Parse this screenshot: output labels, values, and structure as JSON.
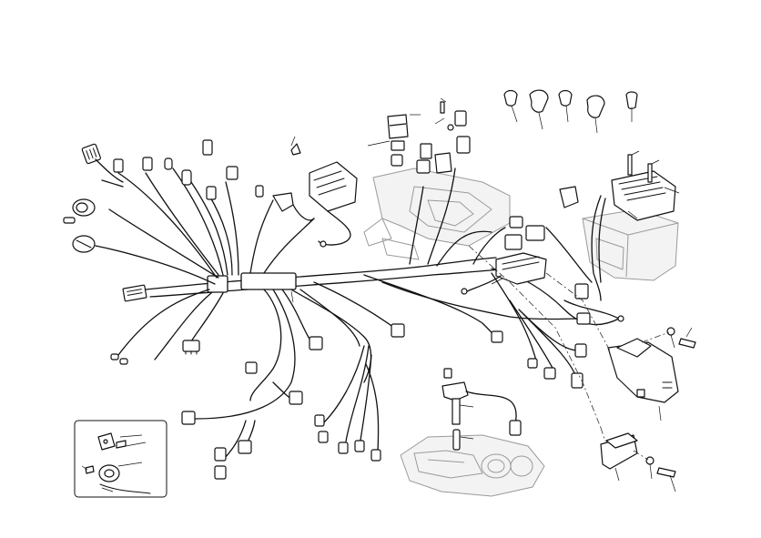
{
  "diagram": {
    "kind": "exploded-parts-drawing",
    "subject": "wiring-harness",
    "labels_visible": false,
    "colors": {
      "line": "#111111",
      "ghost_outline": "#9a9a9a",
      "background": "#ffffff"
    }
  },
  "inset": {
    "kind": "detail-box",
    "contains": [
      "bracket",
      "horn",
      "screws"
    ]
  }
}
